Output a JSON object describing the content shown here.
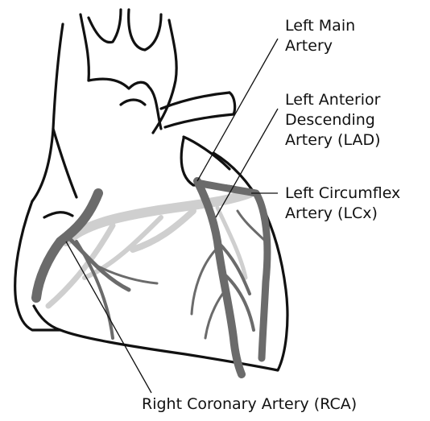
{
  "labels": {
    "left_main": [
      "Left Main",
      "Artery"
    ],
    "lad": [
      "Left Anterior",
      "Descending",
      "Artery (LAD)"
    ],
    "lcx": [
      "Left Circumflex",
      "Artery (LCx)"
    ],
    "rca": "Right Coronary Artery (RCA)"
  },
  "colors": {
    "outline": "#111111",
    "artery_front": "#6b6b6b",
    "artery_back": "#c9c9c9",
    "background": "#ffffff"
  }
}
